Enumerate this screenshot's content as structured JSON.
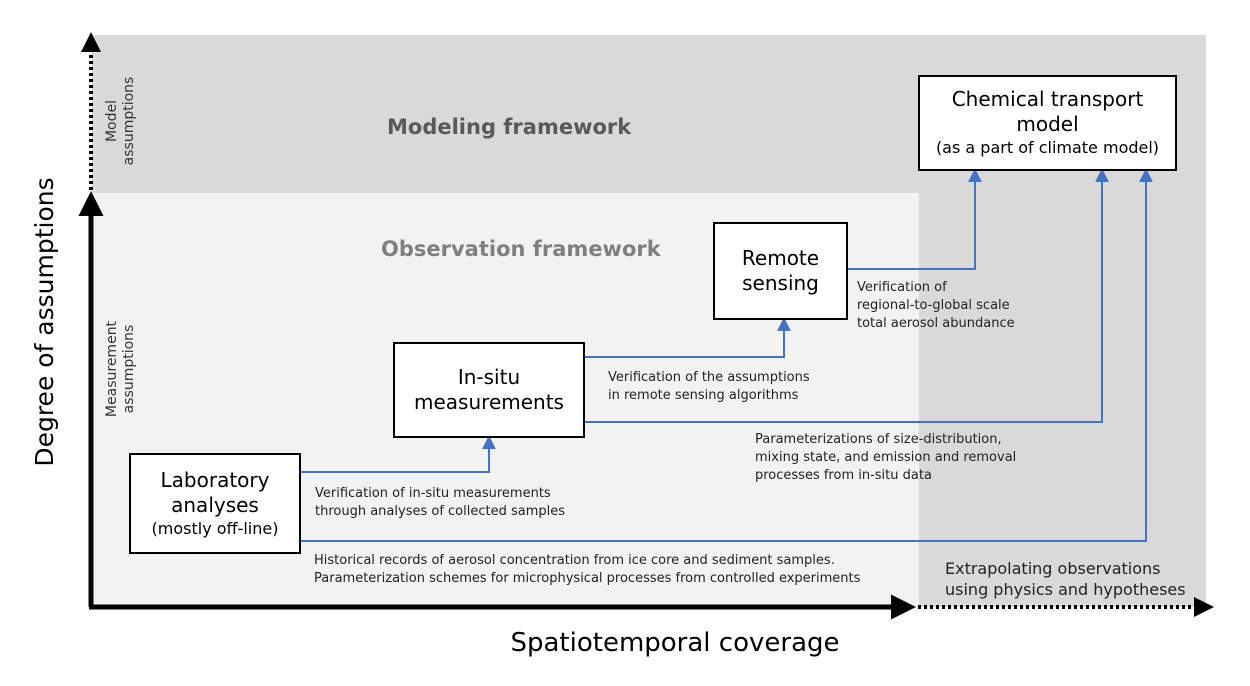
{
  "frameworks": {
    "modeling": "Modeling framework",
    "observation": "Observation framework"
  },
  "side_labels": {
    "model_assumptions": [
      "Model",
      "assumptions"
    ],
    "measurement_assumptions": [
      "Measurement",
      "assumptions"
    ]
  },
  "axes": {
    "y_label": "Degree of assumptions",
    "x_label": "Spatiotemporal coverage"
  },
  "boxes": {
    "ctm": {
      "lines": [
        "Chemical transport",
        "model"
      ],
      "sub": "(as a part of climate model)"
    },
    "remote": {
      "lines": [
        "Remote",
        "sensing"
      ]
    },
    "insitu": {
      "lines": [
        "In-situ",
        "measurements"
      ]
    },
    "lab": {
      "lines": [
        "Laboratory",
        "analyses"
      ],
      "sub": "(mostly off-line)"
    }
  },
  "notes": {
    "remote_to_ctm": [
      "Verification of",
      "regional-to-global scale",
      "total aerosol abundance"
    ],
    "insitu_to_remote": [
      "Verification of the assumptions",
      "in remote sensing algorithms"
    ],
    "insitu_to_ctm": [
      "Parameterizations of size-distribution,",
      "mixing state, and emission and removal",
      "processes from in-situ data"
    ],
    "lab_to_insitu": [
      "Verification of in-situ measurements",
      "through analyses of collected samples"
    ],
    "lab_to_ctm": [
      "Historical records of aerosol concentration from ice core and sediment samples.",
      "Parameterization schemes for microphysical processes from controlled experiments"
    ],
    "extrapolating": [
      "Extrapolating observations",
      "using physics and hypotheses"
    ]
  },
  "colors": {
    "model_region": "#d9d9d9",
    "observation_region": "#f2f2f2",
    "framework_modeling_text": "#595959",
    "framework_observation_text": "#7f7f7f",
    "connector": "#4472c4"
  }
}
